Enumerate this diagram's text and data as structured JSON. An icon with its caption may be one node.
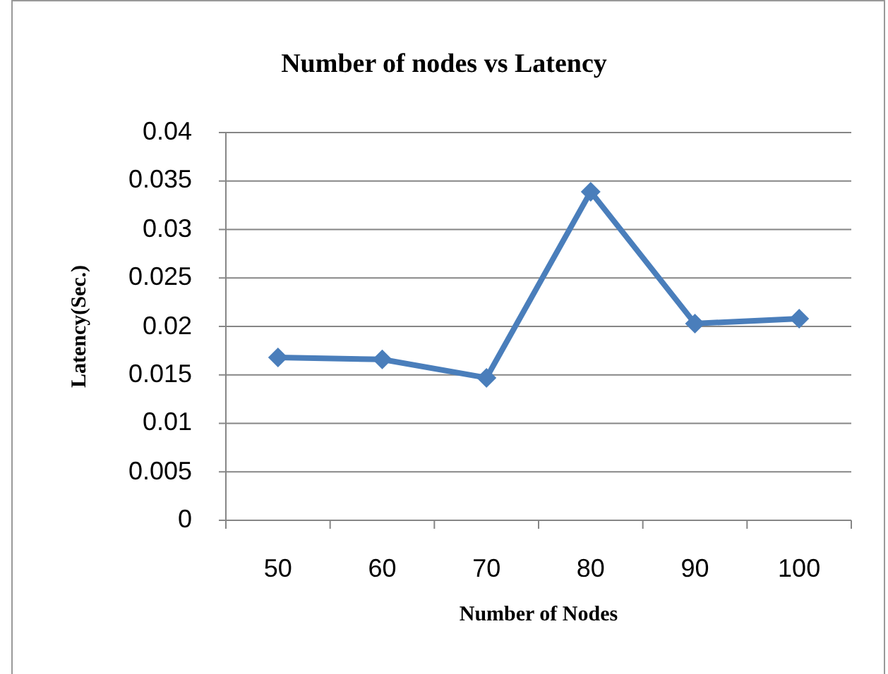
{
  "diagram": {
    "chart_data": {
      "type": "line",
      "title": "Number of nodes vs Latency",
      "xlabel": "Number of Nodes",
      "ylabel": "Latency(Sec.)",
      "categories": [
        "50",
        "60",
        "70",
        "80",
        "90",
        "100"
      ],
      "series": [
        {
          "color": "#4a7ebb",
          "marker": "diamond",
          "values": [
            0.0168,
            0.0166,
            0.0147,
            0.0339,
            0.0203,
            0.0208
          ]
        }
      ],
      "grid": true,
      "ylim": [
        0,
        0.04
      ],
      "yticks": [
        0,
        0.005,
        0.01,
        0.015,
        0.02,
        0.025,
        0.03,
        0.035,
        0.04
      ]
    }
  }
}
